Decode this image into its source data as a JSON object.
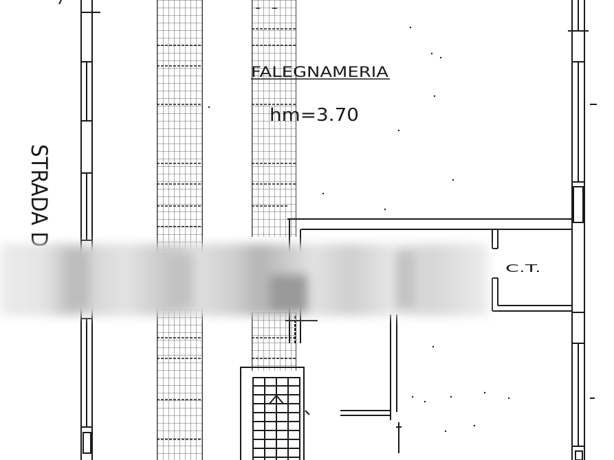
{
  "plan": {
    "room_label": "FALEGNAMERIA",
    "height_label": "hm=3.70",
    "small_room_label": "C.T.",
    "street_label": "STRADA D"
  },
  "colors": {
    "ink": "#1a1a1a",
    "paper": "#ffffff",
    "redaction": "#c8c8c8"
  }
}
